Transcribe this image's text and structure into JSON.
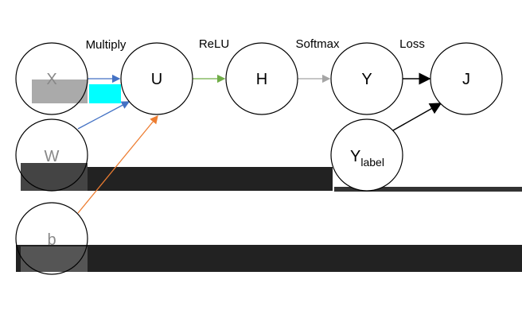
{
  "diagram": {
    "nodes": {
      "x": {
        "label": "X"
      },
      "w": {
        "label": "W"
      },
      "b": {
        "label": "b"
      },
      "u": {
        "label": "U"
      },
      "h": {
        "label": "H"
      },
      "y": {
        "label": "Y"
      },
      "ylabel": {
        "label": "Y",
        "subscript": "label"
      },
      "j": {
        "label": "J"
      }
    },
    "edge_labels": {
      "multiply": "Multiply",
      "relu": "ReLU",
      "softmax": "Softmax",
      "loss": "Loss"
    },
    "colors": {
      "blue_edge": "#4472c4",
      "orange_edge": "#ed7d31",
      "green_edge": "#70ad47",
      "gray_edge": "#a5a5a5",
      "black_edge": "#000000",
      "cyan_block": "#00ffff",
      "dark_band": "#222222"
    }
  }
}
